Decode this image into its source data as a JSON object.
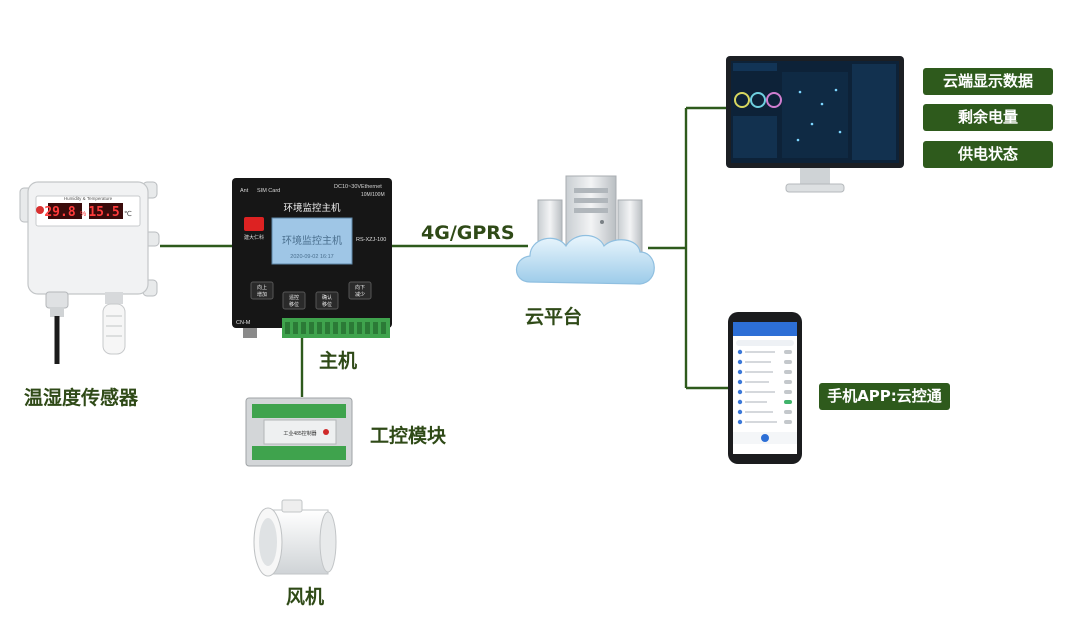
{
  "labels": {
    "sensor": "温湿度传感器",
    "host": "主机",
    "control_module": "工控模块",
    "fan": "风机",
    "cloud": "云平台",
    "link": "4G/GPRS"
  },
  "tags": {
    "cloud_display": "云端显示数据",
    "battery": "剩余电量",
    "power": "供电状态",
    "app": "手机APP:云控通"
  },
  "sensor_device": {
    "header": "Humidity & Temperature",
    "humidity": "29.8",
    "humidity_unit": "%",
    "temperature": "15.5",
    "temperature_unit": "℃"
  },
  "host_device": {
    "ant": "Ant",
    "sim": "SIM Card",
    "power_spec": "DC10~30V",
    "ethernet": "Ethernet",
    "ethernet_spec": "10M/100M",
    "title": "环境监控主机",
    "brand": "建大仁科",
    "model": "RS-XZJ-100",
    "screen_text": "环境监控主机",
    "screen_date": "2020-09-02 16:17",
    "btn_up": "向上",
    "btn_up_sub": "增加",
    "btn_menu": "遥控",
    "btn_menu_sub": "移位",
    "btn_ok": "确认",
    "btn_ok_sub": "移位",
    "btn_down": "向下",
    "btn_down_sub": "减少",
    "cn": "CN-M"
  },
  "module_device": {
    "label": "工业485控制器"
  },
  "colors": {
    "line": "#2e5a1c",
    "label": "#2f4a17",
    "tag_bg": "#2e5a1c"
  }
}
